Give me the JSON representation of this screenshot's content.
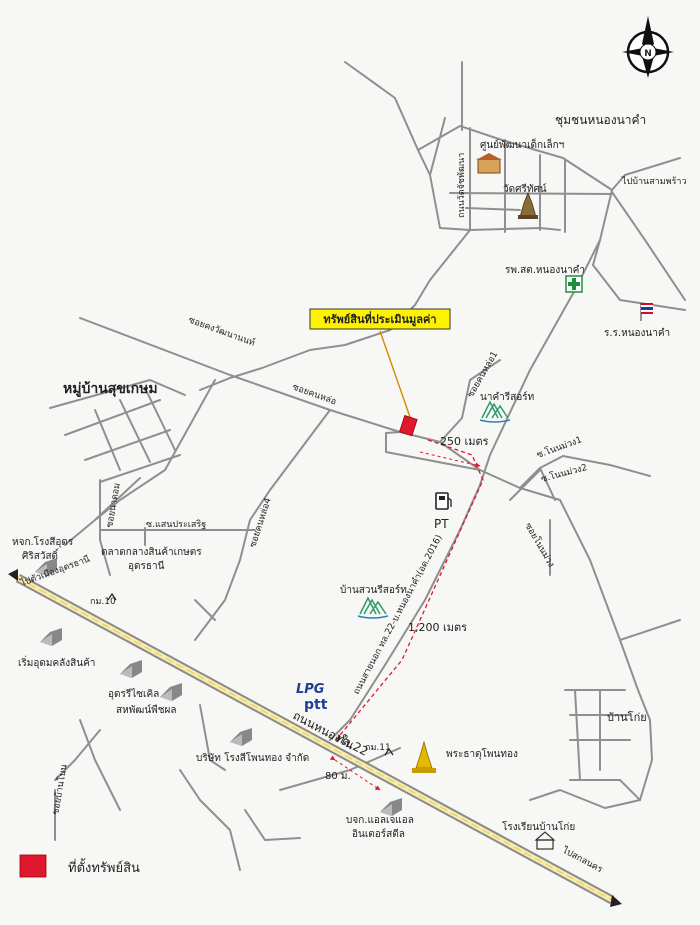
{
  "subject": {
    "label": "ทรัพย์สินที่ประเมินมูลค่า",
    "highlight_color": "#fff200",
    "marker_color": "#e0182d"
  },
  "legend": {
    "label": "ที่ตั้งทรัพย์สิน"
  },
  "compass": {
    "letter": "N"
  },
  "places": {
    "community": "ชุมชนหนองนาคำ",
    "child_center": "ศูนย์พัฒนาเด็กเล็กฯ",
    "temple_sri": "วัดศรีทัศน์",
    "to_village": "ไปบ้านสามพร้าว",
    "hospital": "รพ.สต.หนองนาคำ",
    "school_nongnakham": "ร.ร.หนองนาคำ",
    "nakha_resort": "นาคำรีสอร์ท",
    "village": "หมู่บ้านสุขเกษม",
    "pt": "PT",
    "lp_oodorn_line1": "หจก.โรงสีอุดร",
    "lp_oodorn_line2": "ศิริสวัสดิ์",
    "market_line1": "ตลาดกลางสินค้าเกษตร",
    "market_line2": "อุดรธานี",
    "warehouse": "เริ่มอุดมคลังสินค้า",
    "udon_recycle": "อุดรรีไซเคิล",
    "sahaphan": "สหพัฒน์พืชผล",
    "rice_mill": "บริษัท โรงสีโพนทอง จำกัด",
    "resort_suan": "บ้านสวนรีสอร์ท",
    "lpg": "LPG",
    "ptt": "ptt",
    "stupa": "พระธาตุโพนทอง",
    "ban_koi": "บ้านโก่ย",
    "bgk_line1": "บจก.แอลเจแอล",
    "bgk_line2": "อินเตอร์สตีล",
    "ban_koi_school": "โรงเรียนบ้านโก่ย"
  },
  "road_labels": {
    "soi_wat_north": "ถนนวัดจัชพัฒนา",
    "soi_khongrat": "ซอยคงวัฒนานนท์",
    "soi_khonhlo": "ซอยคนหล่อ",
    "soi_khonhlo1": "ซอยคนหล่อ1",
    "soi_nonmuang1": "ซ.โนนม่วง1",
    "soi_nonmuang2": "ซ.โนนม่วง2",
    "soi_nonmuang": "ซอยโนนม่วง",
    "highway": "ถนนหนองใน",
    "hwy_route": "ทล.22",
    "to_sakon": "ไปสกลนคร",
    "soi_saeng": "ซ.แสนประเสริฐ",
    "soi_khonhlo4": "ซอยคนหล่อ4",
    "soi_west": "ซอยนาดอม",
    "soi_bottom": "ซอยบ้านโนน",
    "east_road": "ถนนสายนอก ทล.22-บ.หนองนาคำ(อด.2016)",
    "km10": "กม.10",
    "km11": "กม.11",
    "to_city": "ไปตัวเมืองอุดรธานี"
  },
  "distances": {
    "d250": "250 เมตร",
    "d1200": "1,200 เมตร",
    "d80": "80 ม."
  }
}
